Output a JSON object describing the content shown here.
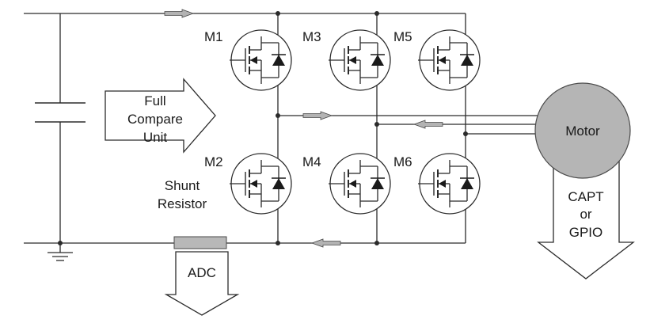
{
  "labels": {
    "transistors": [
      "M1",
      "M2",
      "M3",
      "M4",
      "M5",
      "M6"
    ],
    "full_compare_unit": [
      "Full",
      "Compare",
      "Unit"
    ],
    "shunt_resistor": [
      "Shunt",
      "Resistor"
    ],
    "motor": "Motor",
    "adc": "ADC",
    "capt_gpio": [
      "CAPT",
      "or",
      "GPIO"
    ]
  },
  "colors": {
    "line": "#2b2b2b",
    "motor_fill": "#b5b5b5",
    "resistor_fill": "#b8b8b8",
    "flow_arrow_fill": "#b3b3b3"
  },
  "icons": {
    "mosfet": "mosfet-icon",
    "capacitor": "capacitor-icon",
    "ground": "ground-icon",
    "resistor": "shunt-resistor-icon",
    "flow_arrow": "current-flow-arrow-icon"
  }
}
